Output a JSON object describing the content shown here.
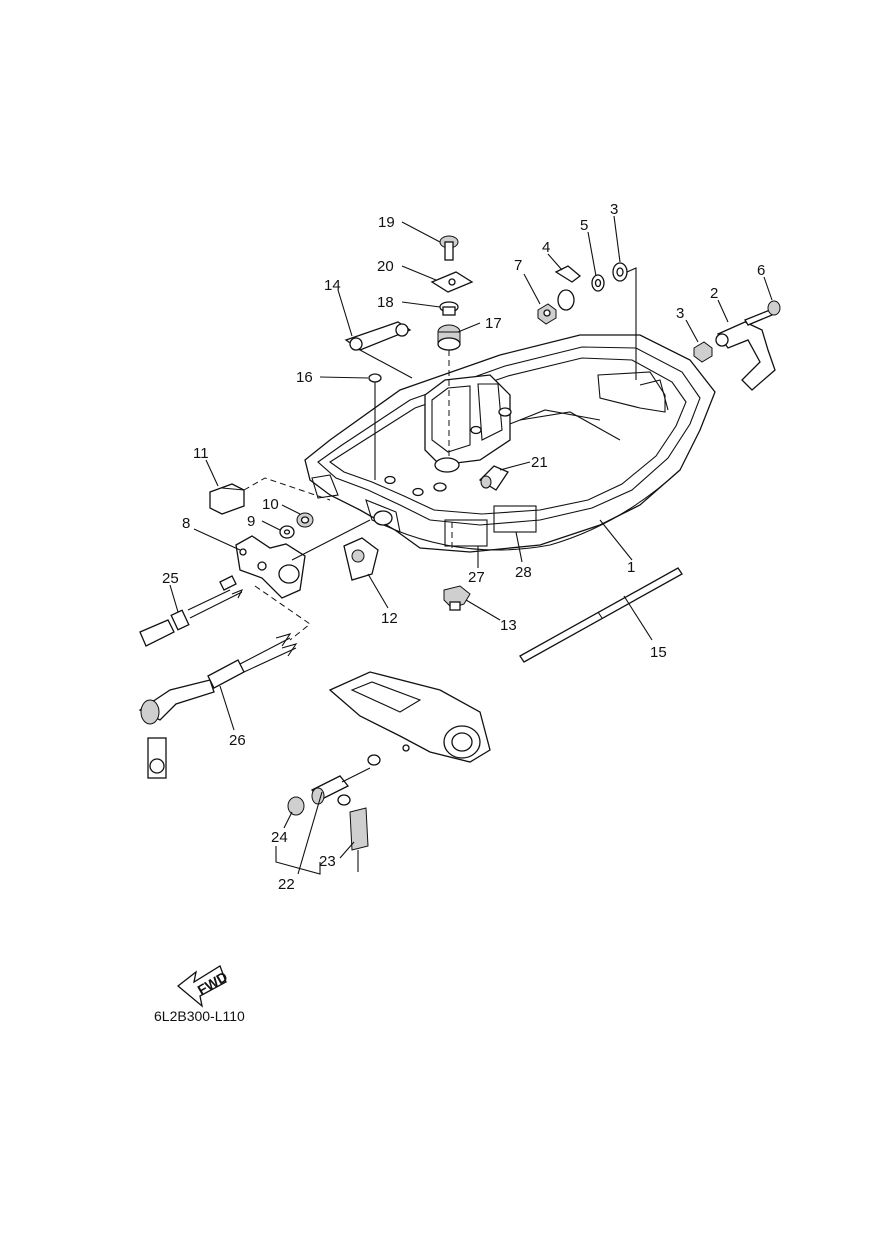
{
  "diagram": {
    "drawing_code": "6L2B300-L110",
    "fwd_label": "FWD",
    "callouts": [
      {
        "id": "c1",
        "text": "1"
      },
      {
        "id": "c2",
        "text": "2"
      },
      {
        "id": "c3a",
        "text": "3"
      },
      {
        "id": "c3b",
        "text": "3"
      },
      {
        "id": "c4",
        "text": "4"
      },
      {
        "id": "c5",
        "text": "5"
      },
      {
        "id": "c6",
        "text": "6"
      },
      {
        "id": "c7",
        "text": "7"
      },
      {
        "id": "c8",
        "text": "8"
      },
      {
        "id": "c9",
        "text": "9"
      },
      {
        "id": "c10",
        "text": "10"
      },
      {
        "id": "c11",
        "text": "11"
      },
      {
        "id": "c12",
        "text": "12"
      },
      {
        "id": "c13",
        "text": "13"
      },
      {
        "id": "c14",
        "text": "14"
      },
      {
        "id": "c15",
        "text": "15"
      },
      {
        "id": "c16",
        "text": "16"
      },
      {
        "id": "c17",
        "text": "17"
      },
      {
        "id": "c18",
        "text": "18"
      },
      {
        "id": "c19",
        "text": "19"
      },
      {
        "id": "c20",
        "text": "20"
      },
      {
        "id": "c21",
        "text": "21"
      },
      {
        "id": "c22",
        "text": "22"
      },
      {
        "id": "c23",
        "text": "23"
      },
      {
        "id": "c24",
        "text": "24"
      },
      {
        "id": "c25",
        "text": "25"
      },
      {
        "id": "c26",
        "text": "26"
      },
      {
        "id": "c27",
        "text": "27"
      },
      {
        "id": "c28",
        "text": "28"
      }
    ]
  }
}
